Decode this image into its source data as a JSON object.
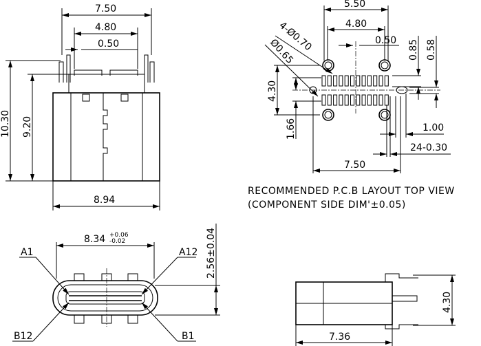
{
  "top_view": {
    "width_pins": "7.50",
    "inner_pins": "4.80",
    "pitch": "0.50",
    "height_total": "10.30",
    "height_body": "9.20",
    "width_body": "8.94"
  },
  "pcb_layout": {
    "hole_span": "5.50",
    "hole_span_inner": "4.80",
    "pitch": "0.50",
    "big_holes": "4-Ø0.70",
    "small_hole": "Ø0.65",
    "row_gap": "0.85",
    "slot": "0.58",
    "hole_vertical": "4.30",
    "pad_offset": "1.66",
    "slot_width": "1.00",
    "pads": "24-0.30",
    "width": "7.50"
  },
  "notes": {
    "line1": "RECOMMENDED P.C.B LAYOUT TOP VIEW",
    "line2": "(COMPONENT SIDE DIM'±0.05)"
  },
  "front_view": {
    "width_main": "8.34",
    "tol_plus": "+0.06",
    "tol_minus": "-0.02",
    "height": "2.56±0.04",
    "labels": {
      "a1": "A1",
      "a12": "A12",
      "b12": "B12",
      "b1": "B1"
    }
  },
  "side_view": {
    "height": "4.30",
    "length": "7.36"
  }
}
